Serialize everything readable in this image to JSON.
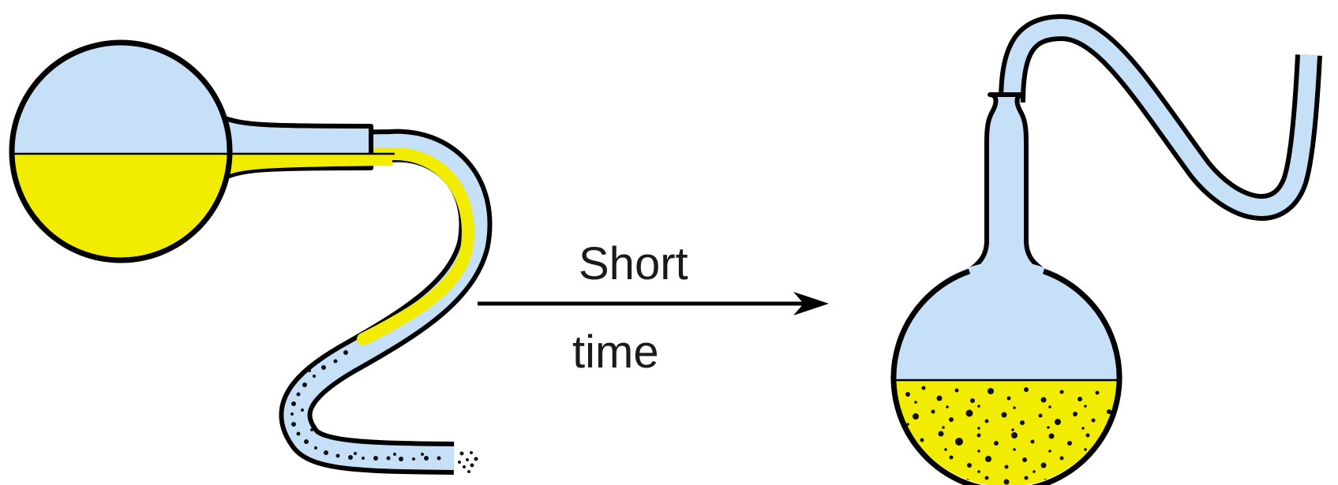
{
  "arrow": {
    "label_top": "Short",
    "label_bottom": "time"
  },
  "colors": {
    "air": "#c6e0f7",
    "broth": "#f2ec00",
    "outline": "#000000",
    "particles": "#111111"
  },
  "before": {
    "description_icon": "swan-neck-flask-tilted"
  },
  "after": {
    "description_icon": "swan-neck-flask-upright-contaminated"
  }
}
